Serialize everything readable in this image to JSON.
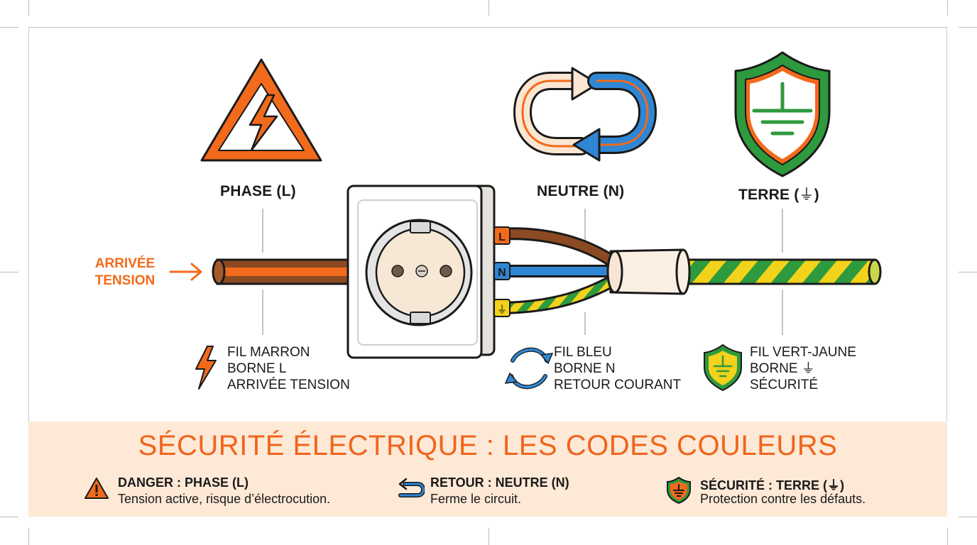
{
  "labels": {
    "phase": "PHASE (L)",
    "neutre": "NEUTRE (N)",
    "terre": "TERRE (",
    "terre_end": ")",
    "terre_symbol": "⏚",
    "arrivee_line1": "ARRIVÉE",
    "arrivee_line2": "TENSION"
  },
  "terminals": {
    "l": "L",
    "n": "N",
    "earth": "⏚"
  },
  "descriptions": {
    "phase": [
      "FIL MARRON",
      "BORNE L",
      "ARRIVÉE TENSION"
    ],
    "neutre": [
      "FIL BLEU",
      "BORNE N",
      "RETOUR COURANT"
    ],
    "terre": [
      "FIL VERT-JAUNE",
      "BORNE ⏚",
      "SÉCURITÉ"
    ]
  },
  "banner": {
    "title": "SÉCURITÉ ÉLECTRIQUE : LES CODES COULEURS",
    "items": [
      {
        "title": "DANGER : PHASE (L)",
        "desc": "Tension active, risque d’électrocution.",
        "icon": "warning-triangle-icon"
      },
      {
        "title": "RETOUR : NEUTRE (N)",
        "desc": "Ferme le circuit.",
        "icon": "return-arrow-icon"
      },
      {
        "title": "SÉCURITÉ : TERRE (⏚)",
        "desc": "Protection contre les défauts.",
        "icon": "earth-shield-icon"
      }
    ]
  },
  "colors": {
    "orange": "#f26a1b",
    "brown": "#8b4a22",
    "blue": "#2f86d4",
    "green": "#2e9a3e",
    "yellow": "#f2d21b",
    "banner_bg": "#fde9d6"
  }
}
